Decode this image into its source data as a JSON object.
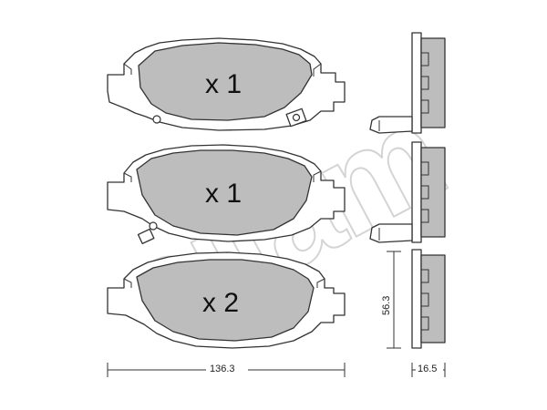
{
  "pads": {
    "top_quantity": "x 1",
    "middle_quantity": "x 1",
    "bottom_quantity": "x 2"
  },
  "dimensions": {
    "width": "136.3",
    "height": "56.3",
    "thickness": "16.5"
  },
  "watermark": "cifam",
  "colors": {
    "friction": "#bdbdbd",
    "line": "#333333",
    "watermark": "#d4d4d4"
  }
}
